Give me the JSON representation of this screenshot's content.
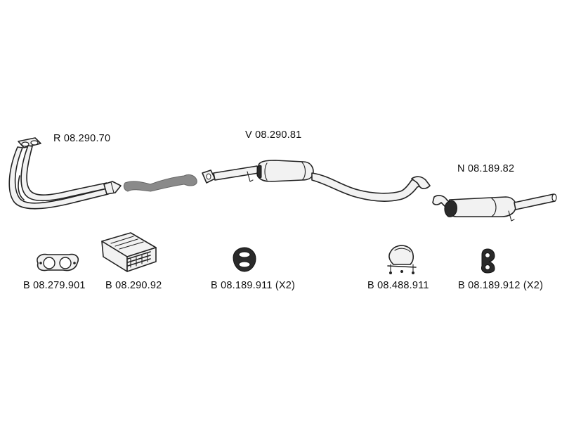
{
  "parts": {
    "front_pipe": {
      "code": "R 08.290.70"
    },
    "middle_section": {
      "code": "V 08.290.81"
    },
    "rear_silencer": {
      "code": "N 08.189.82"
    }
  },
  "accessories": {
    "gasket": {
      "code": "B 08.279.901"
    },
    "fitting_kit": {
      "code": "B 08.290.92"
    },
    "rubber_mount_1": {
      "code": "B 08.189.911 (X2)"
    },
    "clamp": {
      "code": "B 08.488.911"
    },
    "rubber_mount_2": {
      "code": "B 08.189.912 (X2)"
    }
  },
  "colors": {
    "line": "#222222",
    "pipe_fill": "#f2f2f2",
    "connector_gray": "#8a8a8a",
    "background": "#ffffff"
  }
}
